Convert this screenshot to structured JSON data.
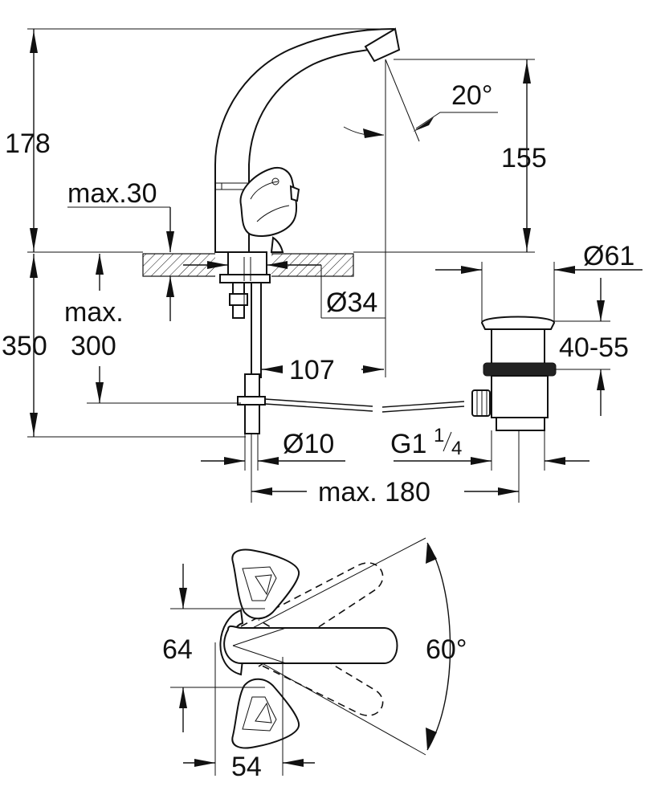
{
  "side_view": {
    "height_total": "178",
    "spout_height": "155",
    "spout_angle": "20°",
    "deck_thickness_label": "max.30",
    "hole_diameter": "Ø34",
    "under_deck_line1": "max.",
    "under_deck_line2": "300",
    "under_deck_total": "350",
    "spout_reach": "107",
    "rod_diameter": "Ø10",
    "waste_thread_main": "G1",
    "waste_thread_num": "1",
    "waste_thread_den": "4",
    "waste_offset": "max. 180",
    "plug_diameter": "Ø61",
    "plug_range": "40-55"
  },
  "top_view": {
    "handle_spacing": "64",
    "base_depth": "54",
    "swivel_angle": "60°"
  }
}
